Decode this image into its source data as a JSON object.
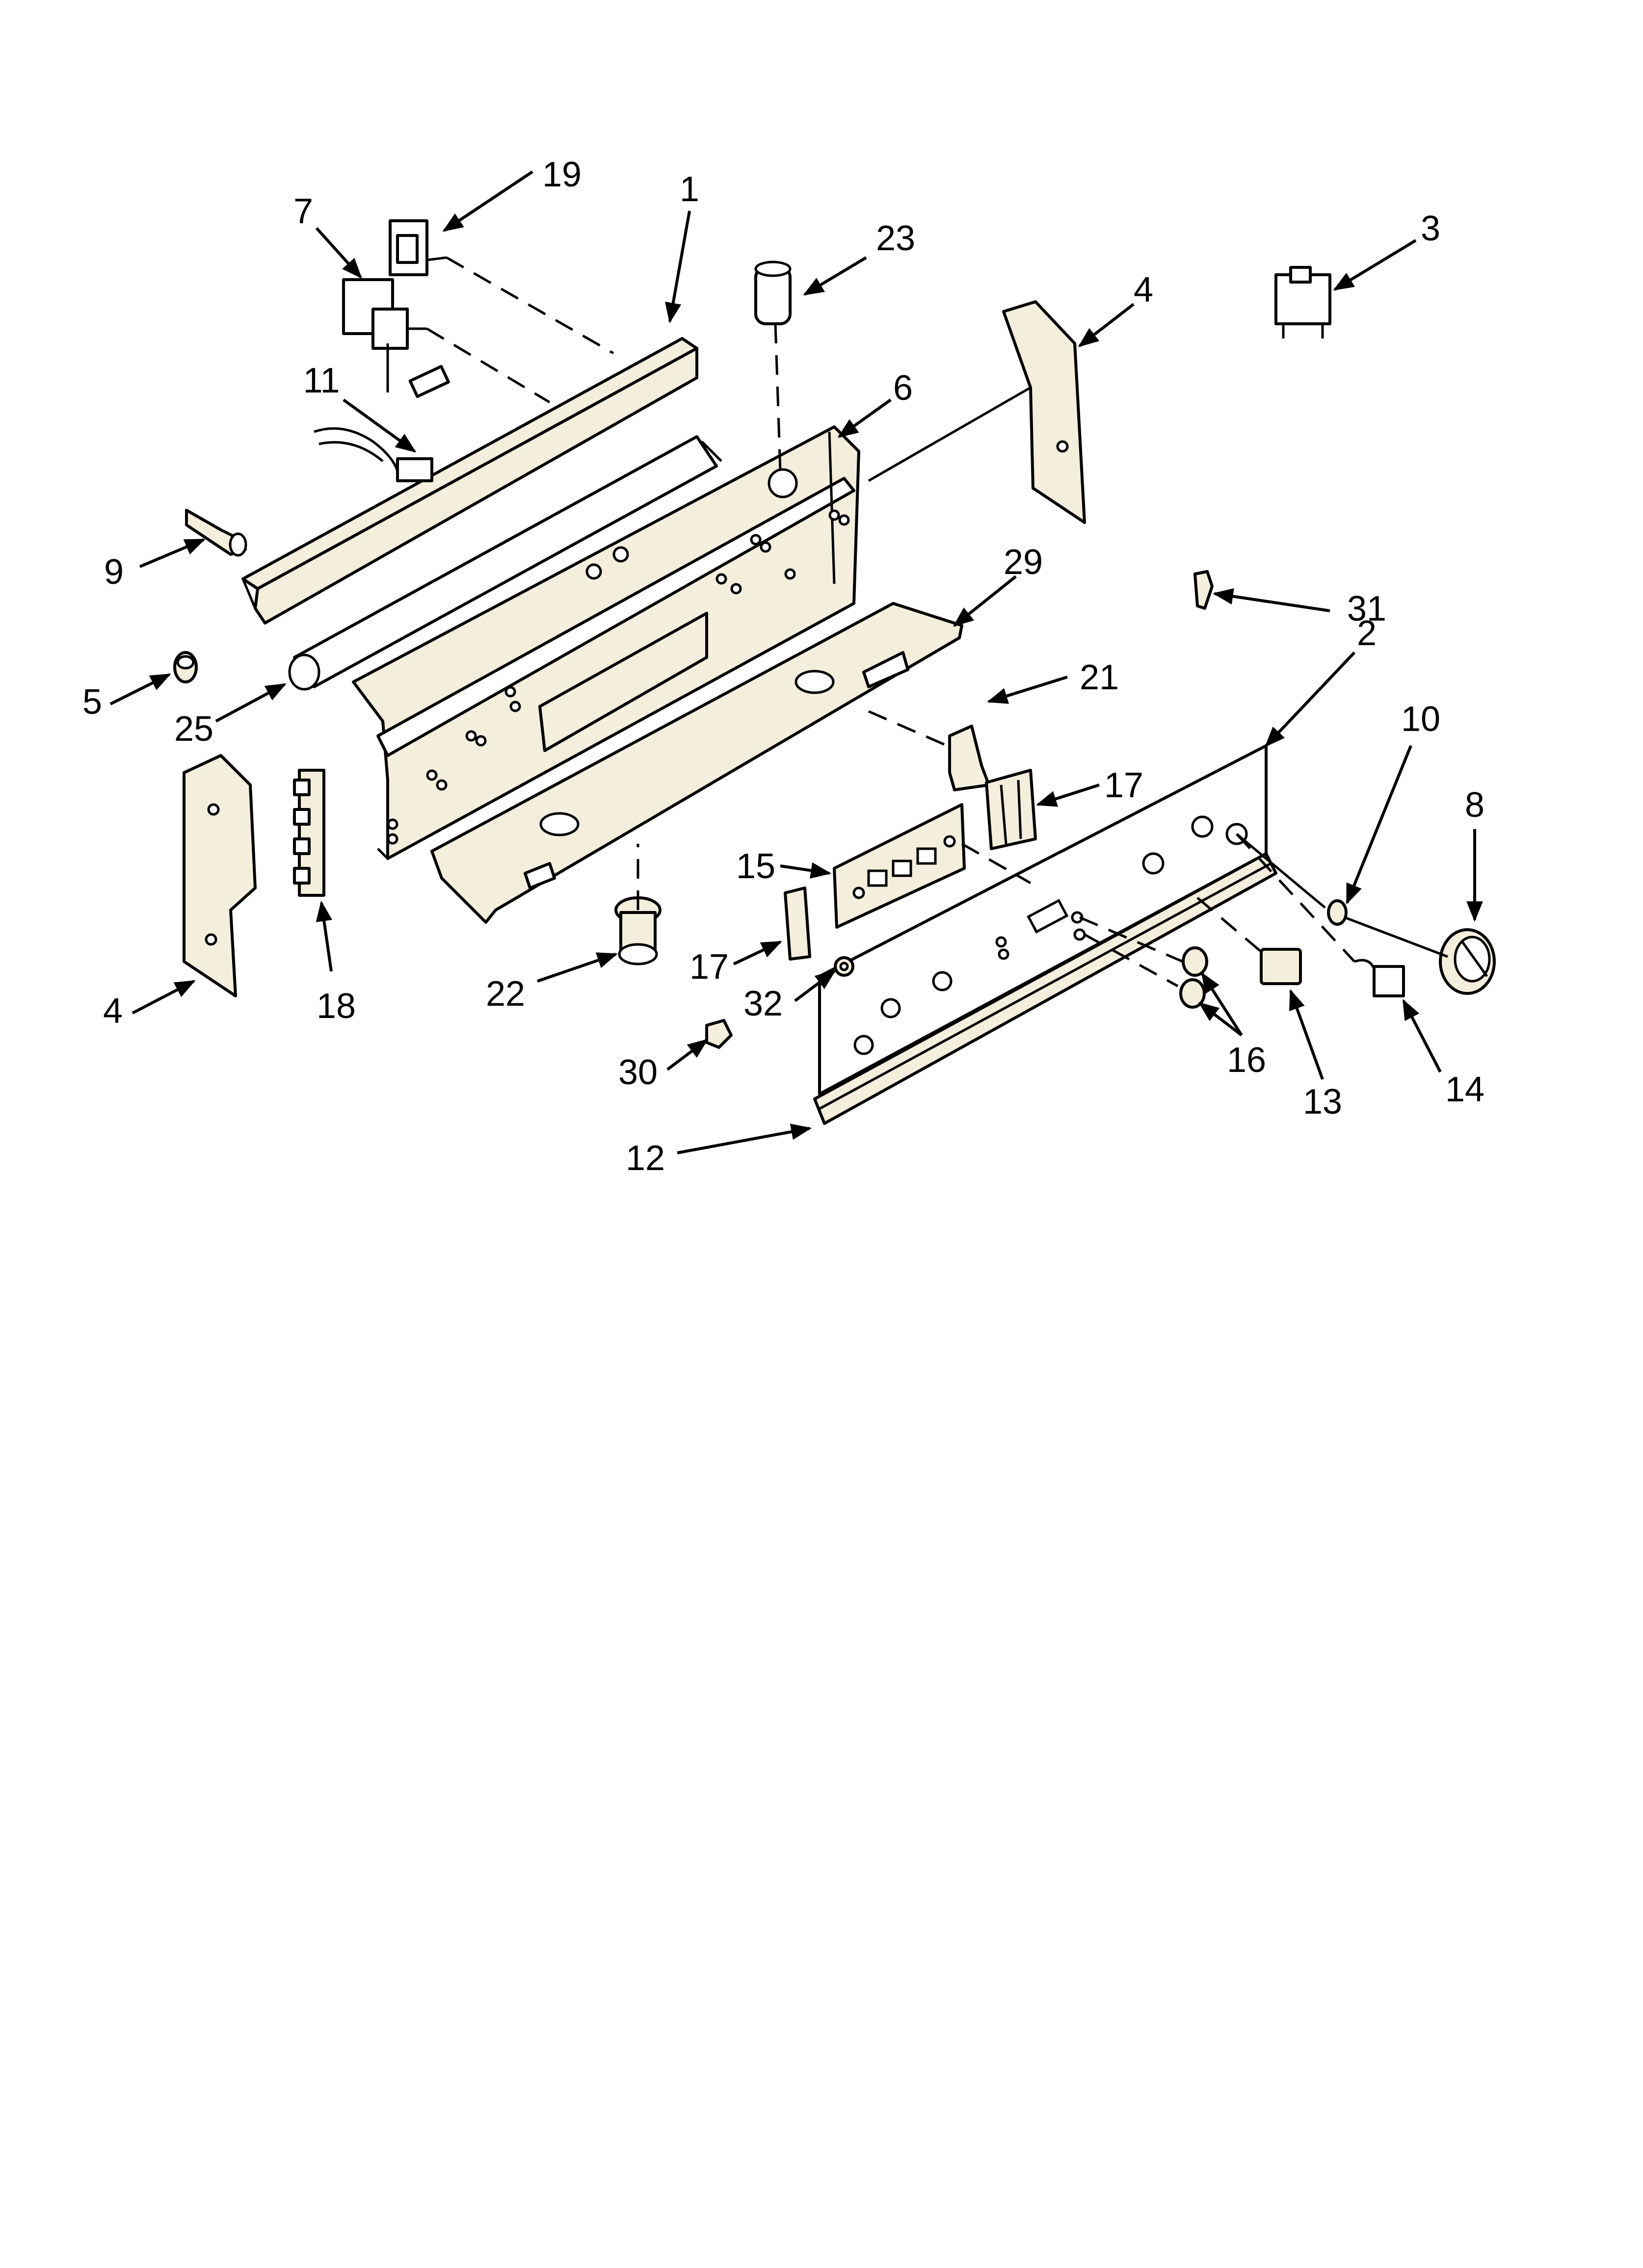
{
  "diagram": {
    "callouts": [
      {
        "id": "c1",
        "label": "1"
      },
      {
        "id": "c2",
        "label": "2"
      },
      {
        "id": "c3",
        "label": "3"
      },
      {
        "id": "c4a",
        "label": "4"
      },
      {
        "id": "c4b",
        "label": "4"
      },
      {
        "id": "c5",
        "label": "5"
      },
      {
        "id": "c6",
        "label": "6"
      },
      {
        "id": "c7",
        "label": "7"
      },
      {
        "id": "c8",
        "label": "8"
      },
      {
        "id": "c9",
        "label": "9"
      },
      {
        "id": "c10",
        "label": "10"
      },
      {
        "id": "c11",
        "label": "11"
      },
      {
        "id": "c12",
        "label": "12"
      },
      {
        "id": "c13",
        "label": "13"
      },
      {
        "id": "c14",
        "label": "14"
      },
      {
        "id": "c15",
        "label": "15"
      },
      {
        "id": "c16",
        "label": "16"
      },
      {
        "id": "c17a",
        "label": "17"
      },
      {
        "id": "c17b",
        "label": "17"
      },
      {
        "id": "c18",
        "label": "18"
      },
      {
        "id": "c19",
        "label": "19"
      },
      {
        "id": "c21",
        "label": "21"
      },
      {
        "id": "c22",
        "label": "22"
      },
      {
        "id": "c23",
        "label": "23"
      },
      {
        "id": "c25",
        "label": "25"
      },
      {
        "id": "c29",
        "label": "29"
      },
      {
        "id": "c30",
        "label": "30"
      },
      {
        "id": "c31",
        "label": "31"
      },
      {
        "id": "c32",
        "label": "32"
      }
    ]
  }
}
